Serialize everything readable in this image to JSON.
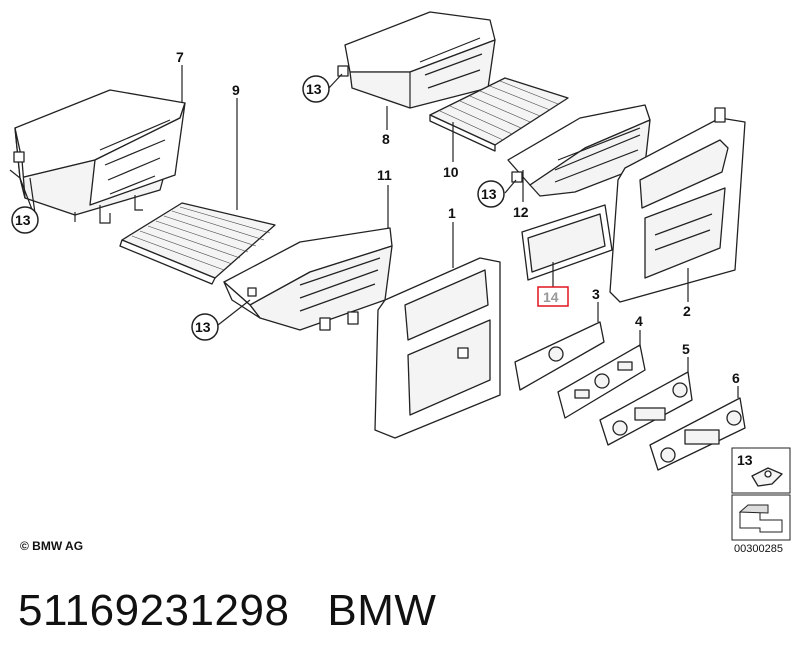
{
  "diagram": {
    "callouts": {
      "c1": "1",
      "c2": "2",
      "c3": "3",
      "c4": "4",
      "c5": "5",
      "c6": "6",
      "c7": "7",
      "c8": "8",
      "c9": "9",
      "c10": "10",
      "c11": "11",
      "c12": "12",
      "c13a": "13",
      "c13b": "13",
      "c13c": "13",
      "c13d": "13",
      "c13e": "13",
      "c14": "14"
    },
    "highlight_color": "#e0141e"
  },
  "copyright": "© BMW AG",
  "diagram_code": "00300285",
  "footer": {
    "part_number": "51169231298",
    "brand": "BMW"
  }
}
